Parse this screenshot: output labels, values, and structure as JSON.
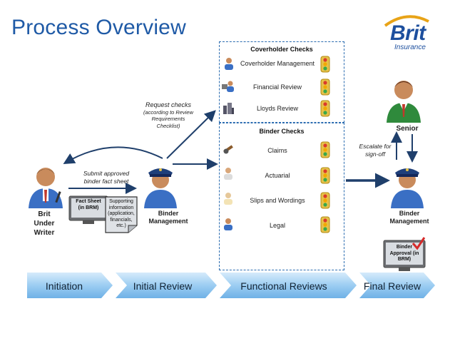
{
  "title": "Process Overview",
  "logo": {
    "name": "Brit",
    "sub": "Insurance"
  },
  "coverholder_checks": {
    "title": "Coverholder Checks",
    "items": [
      "Coverholder Management",
      "Financial Review",
      "Lloyds Review"
    ]
  },
  "binder_checks": {
    "title": "Binder Checks",
    "items": [
      "Claims",
      "Actuarial",
      "Slips and Wordings",
      "Legal"
    ]
  },
  "captions": {
    "request_checks": [
      "Request checks",
      "(according to Review",
      "Requirements",
      "Checklist)"
    ],
    "submit": [
      "Submit approved",
      "binder fact sheet"
    ],
    "escalate": [
      "Escalate for",
      "sign-off"
    ]
  },
  "people": {
    "underwriter": [
      "Brit",
      "Under",
      "Writer"
    ],
    "binder_mgmt_left": [
      "Binder",
      "Management"
    ],
    "senior": "Senior",
    "binder_mgmt_right": [
      "Binder",
      "Management"
    ]
  },
  "documents": {
    "fact_sheet": [
      "Fact Sheet",
      "(in BRM)"
    ],
    "supporting": [
      "Supporting",
      "information",
      "(application,",
      "financials,",
      "etc.)"
    ],
    "binder_approval": [
      "Binder",
      "Approval (in",
      "BRM)"
    ]
  },
  "phases": [
    "Initiation",
    "Initial Review",
    "Functional Reviews",
    "Final Review"
  ],
  "colors": {
    "title": "#1f5aa6",
    "arrow": "#1f3f6b",
    "chevron_light": "#cfe6fa",
    "chevron_dark": "#6fb1e6",
    "dashed_box": "#2b6cb0",
    "shirt": "#3a6fc4",
    "suit": "#2f8a3c",
    "cap": "#1f3f7a"
  }
}
